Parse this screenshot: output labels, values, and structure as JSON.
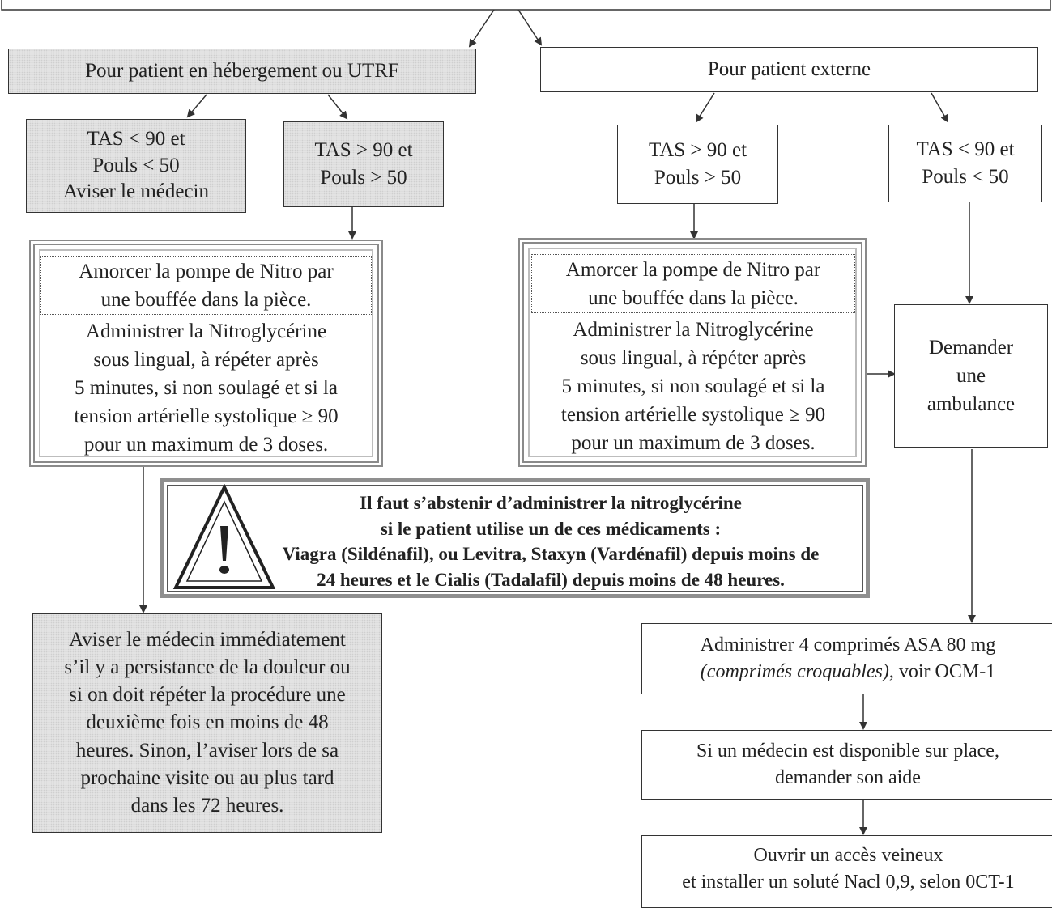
{
  "hebergement": {
    "header": "Pour patient en hébergement ou UTRF"
  },
  "externe": {
    "header": "Pour patient externe"
  },
  "heb_low": {
    "lines": [
      "TAS < 90 et",
      "Pouls < 50",
      "Aviser le médecin"
    ]
  },
  "heb_high": {
    "lines": [
      "TAS > 90 et",
      "Pouls > 50"
    ]
  },
  "ext_high": {
    "lines": [
      "TAS > 90 et",
      "Pouls > 50"
    ]
  },
  "ext_low": {
    "lines": [
      "TAS < 90 et",
      "Pouls < 50"
    ]
  },
  "nitro": {
    "prime_lines": [
      "Amorcer la pompe de Nitro par",
      "une bouffée dans la pièce."
    ],
    "admin_lines": [
      "Administrer la Nitroglycérine",
      "sous lingual, à répéter après",
      "5 minutes, si non soulagé et si la",
      "tension artérielle systolique ≥ 90",
      "pour un maximum de 3 doses."
    ]
  },
  "ambulance": {
    "lines": [
      "Demander",
      "une",
      "ambulance"
    ]
  },
  "warning": {
    "lines": [
      "Il faut s’abstenir d’administrer la nitroglycérine",
      "si le patient utilise un de ces médicaments :",
      "Viagra (Sildénafil), ou Levitra, Staxyn (Vardénafil) depuis moins de",
      "24 heures et le Cialis (Tadalafil) depuis moins de 48 heures."
    ]
  },
  "aviser": {
    "lines": [
      "Aviser le médecin immédiatement",
      "s’il y a persistance de la douleur ou",
      "si on doit répéter la procédure une",
      "deuxième fois en moins de 48",
      "heures.  Sinon, l’aviser lors de sa",
      "prochaine visite ou au plus tard",
      "dans les 72 heures."
    ]
  },
  "asa": {
    "line1": "Administrer 4 comprimés ASA 80 mg",
    "line2_italic": "(comprimés croquables)",
    "line2_rest": ", voir OCM-1"
  },
  "medecin_place": {
    "lines": [
      "Si un médecin est disponible sur place,",
      "demander son aide"
    ]
  },
  "acces": {
    "lines": [
      "Ouvrir un accès veineux",
      "et installer un soluté Nacl 0,9, selon 0CT-1"
    ]
  }
}
